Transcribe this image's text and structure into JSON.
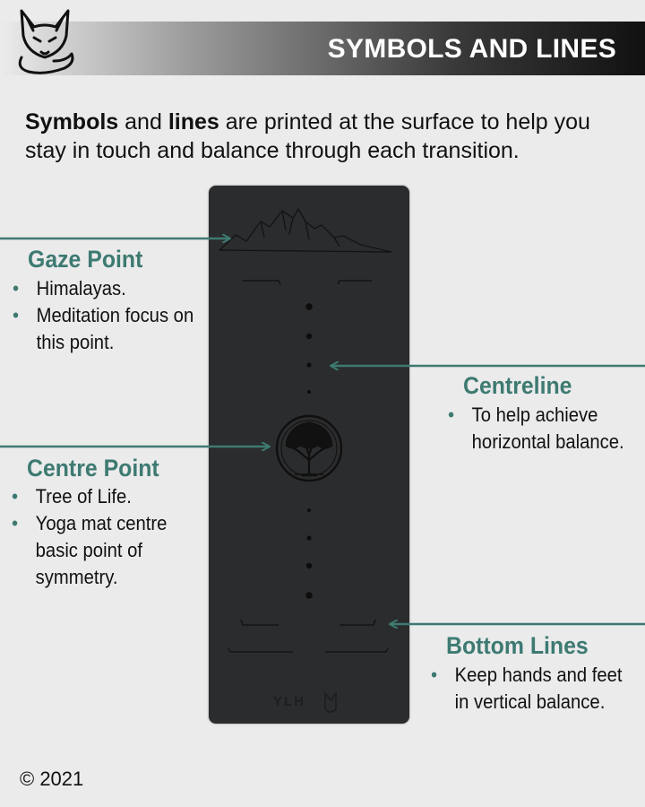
{
  "header": {
    "title": "SYMBOLS AND LINES",
    "logo_icon": "fox-logo-icon"
  },
  "intro": {
    "bold1": "Symbols",
    "text1": " and ",
    "bold2": "lines",
    "text2": " are printed at the surface to help you stay in touch and balance through each transition."
  },
  "mat": {
    "brand": "YLH",
    "color": "#2b2c2e"
  },
  "callouts": {
    "gaze": {
      "title": "Gaze Point",
      "items": [
        "Himalayas.",
        "Meditation focus on this point."
      ]
    },
    "centre_point": {
      "title": "Centre Point",
      "items": [
        "Tree of Life.",
        "Yoga mat centre basic point of symmetry."
      ]
    },
    "centreline": {
      "title": "Centreline",
      "items": [
        "To help achieve horizontal balance."
      ]
    },
    "bottom_lines": {
      "title": "Bottom Lines",
      "items": [
        "Keep hands and feet in vertical balance."
      ]
    }
  },
  "accent_color": "#3d7a72",
  "footer": {
    "copyright": "© 2021"
  }
}
